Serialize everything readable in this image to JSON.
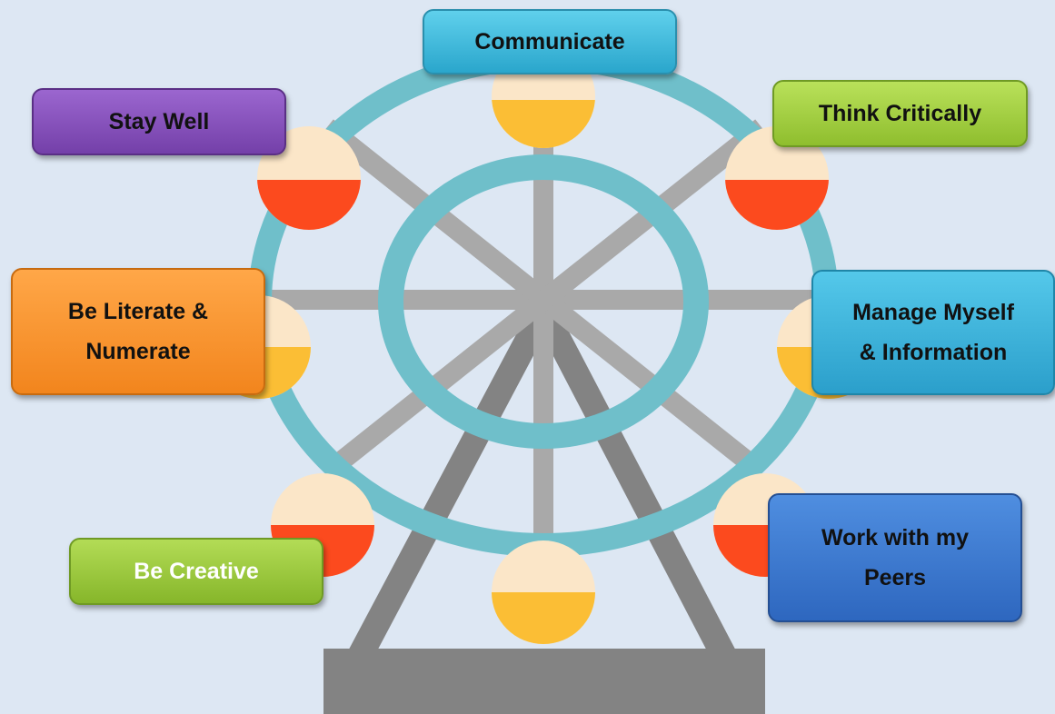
{
  "labels": {
    "communicate": "Communicate",
    "stay_well": "Stay Well",
    "think_critically": "Think Critically",
    "literate_numerate": "Be Literate &\nNumerate",
    "manage_myself": "Manage Myself\n& Information",
    "be_creative": "Be Creative",
    "work_with_peers": "Work with my\nPeers"
  },
  "colors": {
    "background": "#dde7f3",
    "rim": "#6fbfca",
    "spoke": "#a9a9a9",
    "frame": "#838383",
    "cabin_top": "#fbe6c8",
    "cabin_yellow": "#fbbe35",
    "cabin_red": "#fc4a1e"
  }
}
